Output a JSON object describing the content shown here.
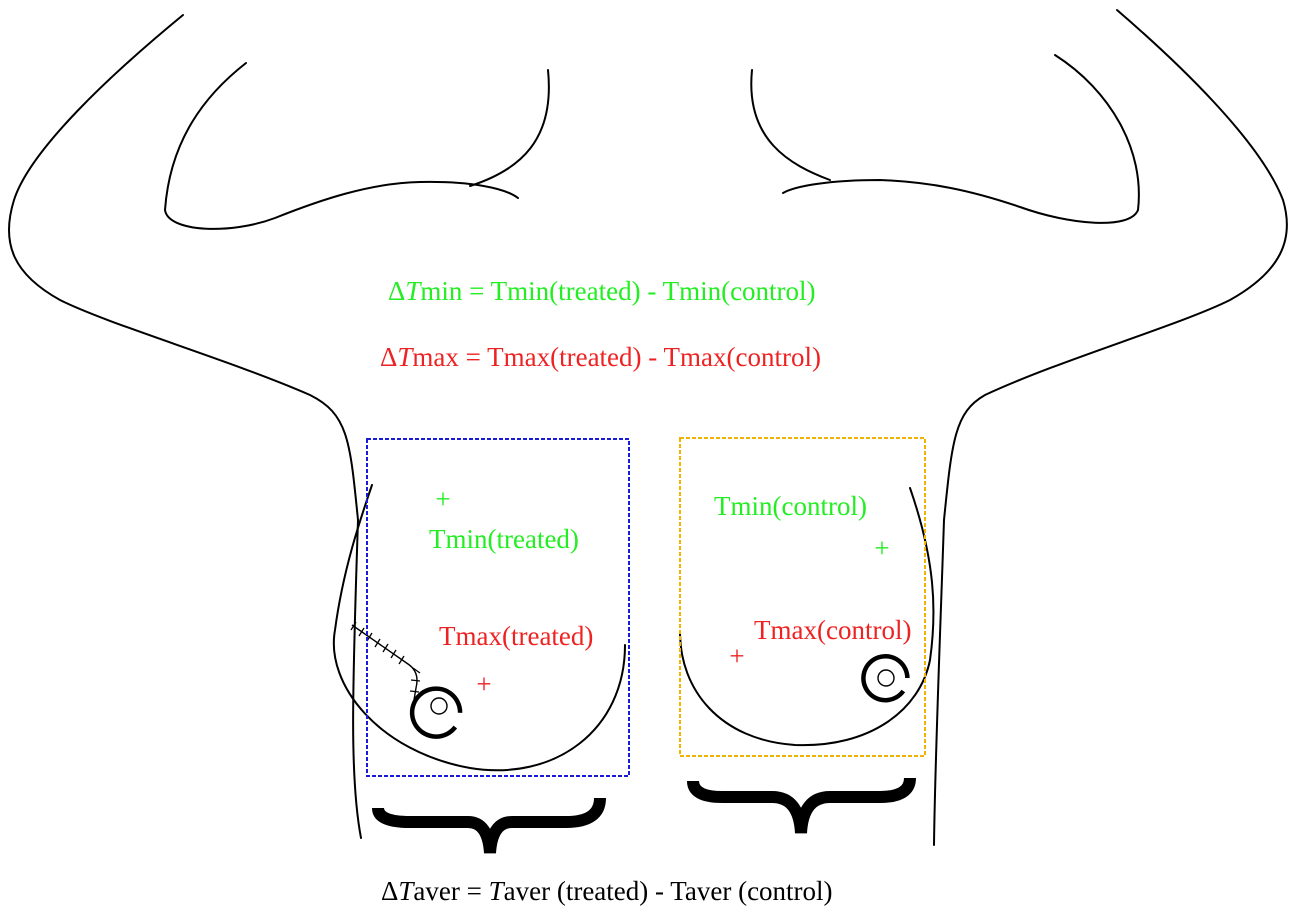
{
  "equations": {
    "delta_tmin": {
      "delta": "Δ",
      "var": "T",
      "rest": "min = Tmin(treated) - Tmin(control)"
    },
    "delta_tmax": {
      "delta": "Δ",
      "var": "T",
      "rest": "max = Tmax(treated) - Tmax(control)"
    },
    "delta_taver": {
      "delta": "Δ",
      "var": "T",
      "mid": "aver = ",
      "var2": "T",
      "rest": "aver (treated) - Taver (control)"
    }
  },
  "labels": {
    "tmin_treated": "Tmin(treated)",
    "tmax_treated": "Tmax(treated)",
    "tmin_control": "Tmin(control)",
    "tmax_control": "Tmax(control)"
  },
  "markers": {
    "plus": "+"
  },
  "colors": {
    "min": "#22ee22",
    "max": "#ee2222",
    "treated_box": "#1a1adb",
    "control_box": "#f0b400",
    "outline": "#000000"
  }
}
